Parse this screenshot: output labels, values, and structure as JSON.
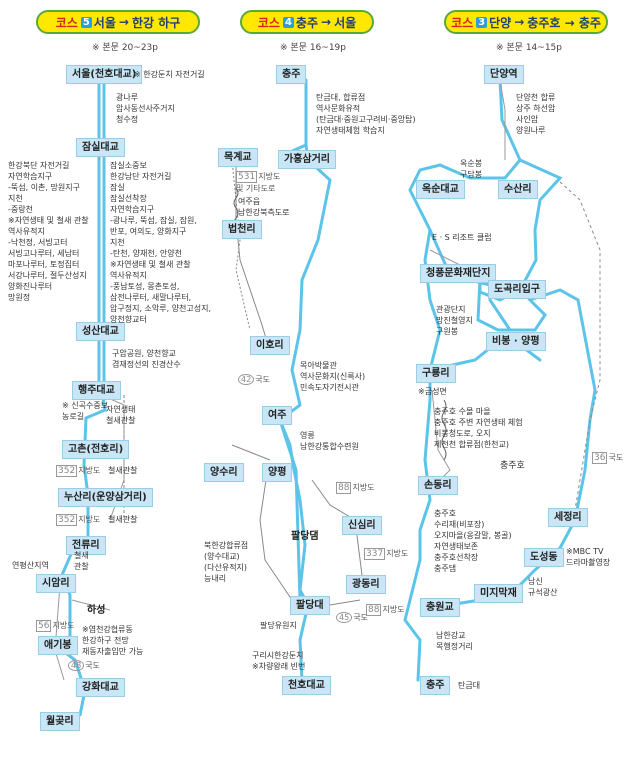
{
  "courses": [
    {
      "tag": "코스",
      "num": "5",
      "title": "서울",
      "arrow": "→",
      "dest": "한강 하구",
      "ref": "※ 본문 20~23p"
    },
    {
      "tag": "코스",
      "num": "4",
      "title": "충주",
      "arrow": "→",
      "dest": "서울",
      "ref": "※ 본문 16~19p"
    },
    {
      "tag": "코스",
      "num": "3",
      "title": "단양",
      "arrow": "→",
      "dest": "충주호 → 충주",
      "ref": "※ 본문 14~15p"
    }
  ],
  "nodes": {
    "seoul_cheonho": "서울(천호대교)",
    "jamsil": "잠실대교",
    "seongsan": "성산대교",
    "haengju": "행주대교",
    "goyang": "고촌(전호리)",
    "nuguri": "누산리(운양삼거리)",
    "jeonryu": "전류리",
    "siamri": "시암리",
    "haseong": "하성",
    "aegibong": "애기봉",
    "ganghwa": "강화대교",
    "wolgotri": "월곶리",
    "chungju1": "충주",
    "gamok": "목계교",
    "gahung": "가흥삼거리",
    "beopcheon": "법천리",
    "ihori": "이호리",
    "yeoju": "여주",
    "yangsu": "양수리",
    "yangpyeong": "양평",
    "paldang_dam": "팔당댐",
    "simsanri": "신심리",
    "gwangdong": "광동리",
    "paldang": "팔당대",
    "cheonho2": "천호대교",
    "danyang": "단양역",
    "okjeong": "옥순대교",
    "susanri": "수산리",
    "cheongpung": "청풍문화재단지",
    "dogok": "도곡리입구",
    "bibong": "비봉 · 양평",
    "gumeongri": "구룡리",
    "sondongri": "손동리",
    "sejeongri": "세정리",
    "doseong": "도성동",
    "mijisan": "미지막재",
    "chungwongyo": "충원교",
    "chungju2": "충주"
  },
  "notes": {
    "n1": "※ 한강둔치 자전거길",
    "n2": "광나루\n암사동선사주거지\n청수정",
    "n3": "한강북단 자전거길\n자연학습지구\n-뚝섬, 이촌, 망원지구\n지천\n-중랑천\n※자연생태 및 철새 관찰\n역사유적지\n-낙천정, 서빙고터\n서빙고나루터, 세남터\n마포나루터, 토정집터\n서강나루터, 절두산성지\n양화진나루터\n망원정",
    "n4": "잠실소중보\n한강남단 자전거길\n잠실\n잠실선착장\n자연학습지구\n-광나루, 뚝섬, 잠실, 잠원,\n반포, 여의도, 양화지구\n지천\n-탄천, 양재천, 안양천\n※자연생태 및 철새 관찰\n역사유적지\n-풍납토성, 몽촌토성,\n삼전나루터, 새말나루터,\n압구정지, 소악루, 양천고성지,\n양천향교터",
    "n5": "구암공원, 양천향교\n겸재정선의 진경산수",
    "n6": "※ 신곡수중보\n농로길",
    "n7": "자연생태\n철새관찰",
    "n8": "철새관찰",
    "n9": "철새관찰",
    "n10": "연평산지역",
    "n11": "철새\n관찰",
    "n12": "※염천강협류동\n한강하구 전망\n재동자출입만 가능",
    "n13": "탄금대, 합류점\n역사문화유적\n(탄금대·중원고구려비·중앙탑)\n자연생태체험 학습지",
    "n14": "여주읍\n남한강북측도로",
    "n15": "목아박물관\n역사문화지(신륵사)\n민속도자기전시관",
    "n16": "영릉\n남한강통합수련원",
    "n17": "북한강합류점\n(양수대교)\n(다산유적지)\n능내리",
    "n18": "팔당유원지",
    "n19": "구리시한강둔치\n※차량왕래 빈번",
    "n20": "단양천 합류\n상주 하선암\n사인암\n양원나루",
    "n21": "옥순봉\n구담봉",
    "n22": "E · S 리조트 클럽",
    "n23": "관광단지\n망진철영지\n구원봉",
    "n24": "※금성면",
    "n25": "충주호 수몰 마을\n충주호 주변 자연생태 체험\n비봉청도로, 오지\n제천천 합류점(한천교)",
    "n26": "충주호\n수리재(비포장)\n오지마을(옹갈말, 봉골)\n자연생태보존\n충주호선착장\n충주댐",
    "n27": "※MBC TV\n드라마촬영장",
    "n28": "남신\n규석광산",
    "n29": "남한강교\n목행정거리",
    "n30": "탄금대"
  },
  "roads": {
    "r1": {
      "num": "352",
      "kind": "지방도"
    },
    "r2": {
      "num": "352",
      "kind": "지방도"
    },
    "r3": {
      "num": "56",
      "kind": "지방도"
    },
    "r4": {
      "num": "48",
      "kind": "국도"
    },
    "r5": {
      "num": "531",
      "kind": "지방도"
    },
    "r5b": "및 기타도로",
    "r6": {
      "num": "42",
      "kind": "국도"
    },
    "r7": {
      "num": "88",
      "kind": "지방도"
    },
    "r8": {
      "num": "337",
      "kind": "지방도"
    },
    "r9": {
      "num": "88",
      "kind": "지방도"
    },
    "r10": {
      "num": "45",
      "kind": "국도"
    },
    "r11": {
      "num": "36",
      "kind": "국도"
    }
  },
  "lake_label": "충주호",
  "colors": {
    "route": "#5bc4e8",
    "node_bg": "#c9e6f6",
    "pill_bg": "#ffe800",
    "pill_border": "#5aa83a"
  }
}
